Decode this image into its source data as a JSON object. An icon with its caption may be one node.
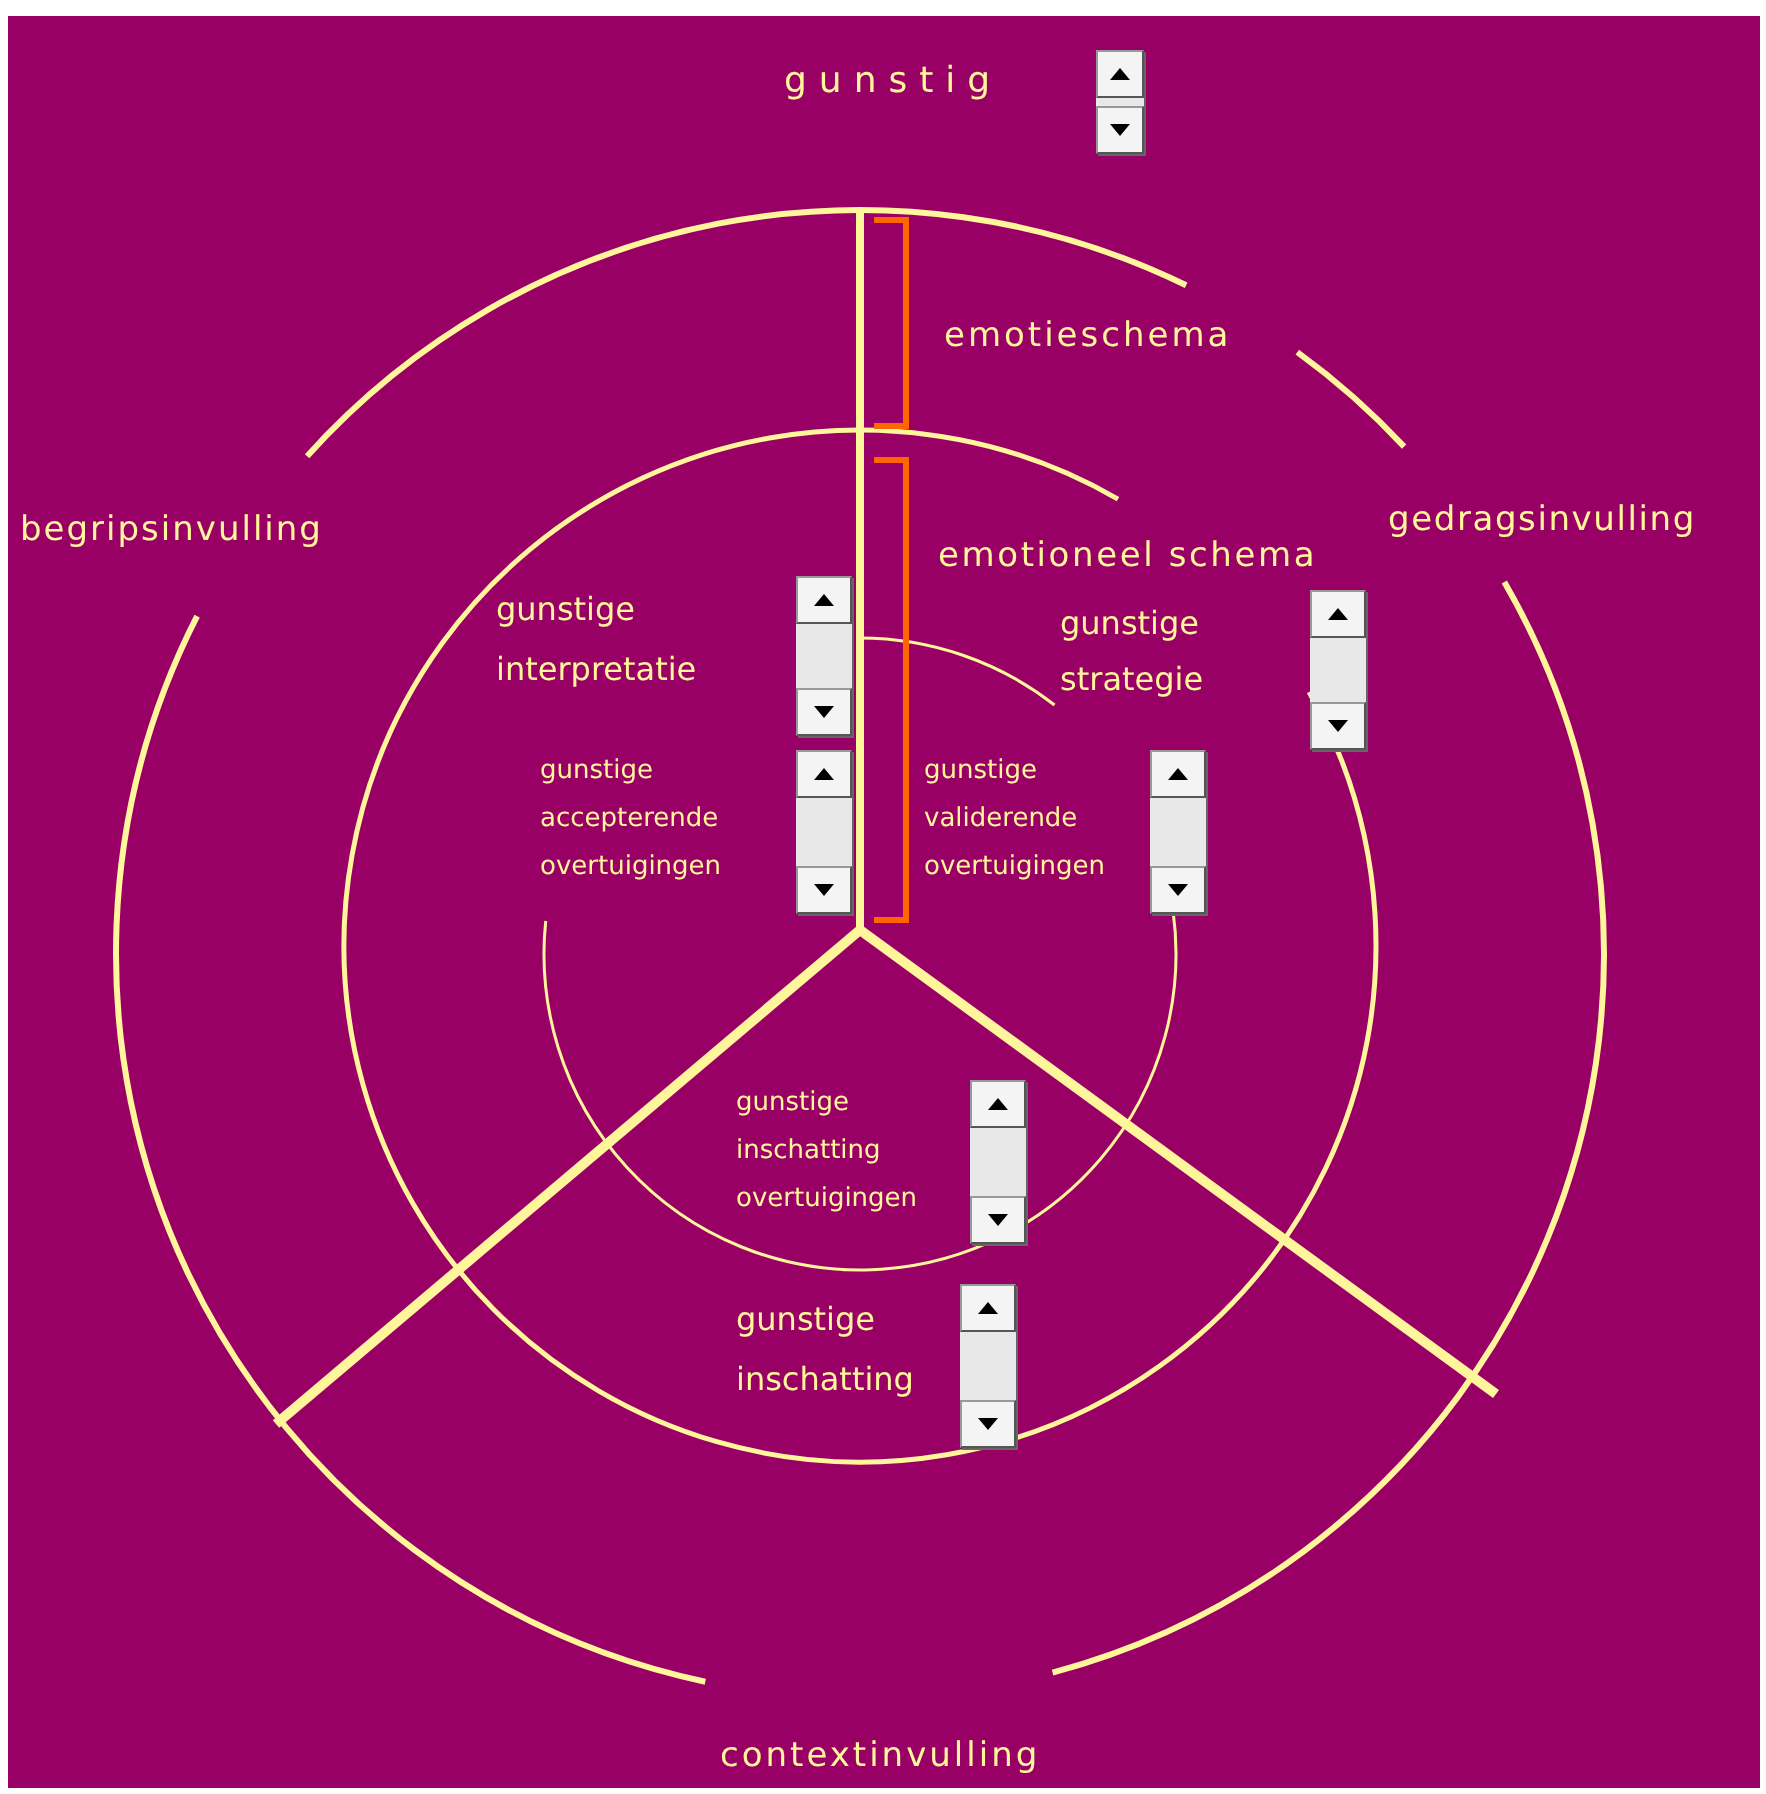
{
  "diagram": {
    "labels": [
      "gunstig",
      "emotieschema",
      "begripsinvulling",
      "gedragsinvulling",
      "emotioneel schema",
      "gunstige interpretatie",
      "gunstige strategie",
      "gunstige accepterende overtuigingen",
      "gunstige validerende overtuigingen",
      "gunstige inschatting overtuigingen",
      "gunstige inschatting",
      "contextinvulling"
    ]
  }
}
